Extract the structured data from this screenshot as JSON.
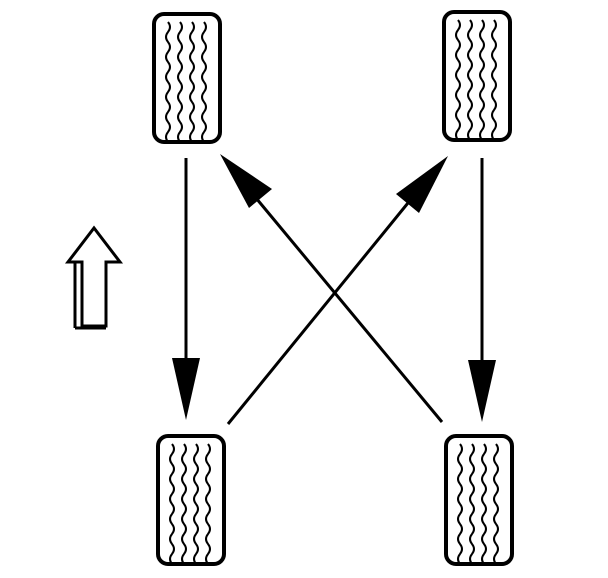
{
  "diagram": {
    "type": "tire-rotation-pattern",
    "pattern": "rearward-cross",
    "colors": {
      "ink": "#000000",
      "paper": "#ffffff"
    },
    "tires": [
      {
        "id": "front-left",
        "icon": "tire-icon"
      },
      {
        "id": "front-right",
        "icon": "tire-icon"
      },
      {
        "id": "rear-left",
        "icon": "tire-icon"
      },
      {
        "id": "rear-right",
        "icon": "tire-icon"
      }
    ],
    "moves": [
      {
        "from": "front-left",
        "to": "rear-left"
      },
      {
        "from": "front-right",
        "to": "rear-right"
      },
      {
        "from": "rear-left",
        "to": "front-right"
      },
      {
        "from": "rear-right",
        "to": "front-left"
      }
    ],
    "direction_indicator": {
      "icon": "forward-arrow-icon",
      "points": "up"
    }
  }
}
